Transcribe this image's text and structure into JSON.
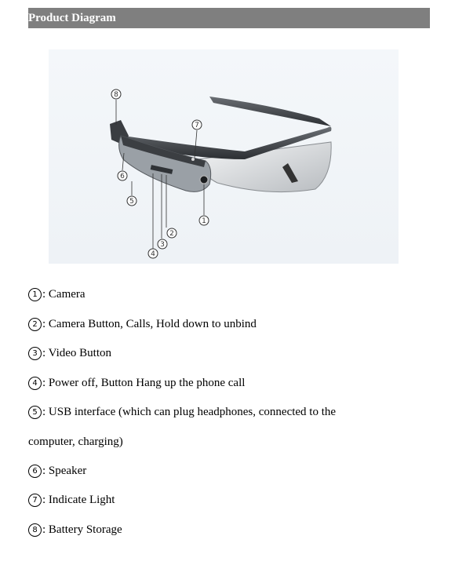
{
  "header": {
    "title": "Product Diagram"
  },
  "legend": [
    {
      "num": "1",
      "text": ": Camera"
    },
    {
      "num": "2",
      "text": ": Camera Button, Calls, Hold down to unbind"
    },
    {
      "num": "3",
      "text": ": Video Button"
    },
    {
      "num": "4",
      "text": ": Power off, Button Hang up the phone call"
    },
    {
      "num": "5",
      "text": ": USB interface (which can plug headphones, connected to the",
      "continuation": "computer, charging)"
    },
    {
      "num": "6",
      "text": ": Speaker"
    },
    {
      "num": "7",
      "text": ": Indicate Light"
    },
    {
      "num": "8",
      "text": ": Battery Storage"
    }
  ],
  "callouts": [
    "8",
    "7",
    "6",
    "5",
    "1",
    "2",
    "3",
    "4"
  ],
  "colors": {
    "title_bar": "#7f7f7f",
    "diagram_bg": "#f2f5f8"
  }
}
